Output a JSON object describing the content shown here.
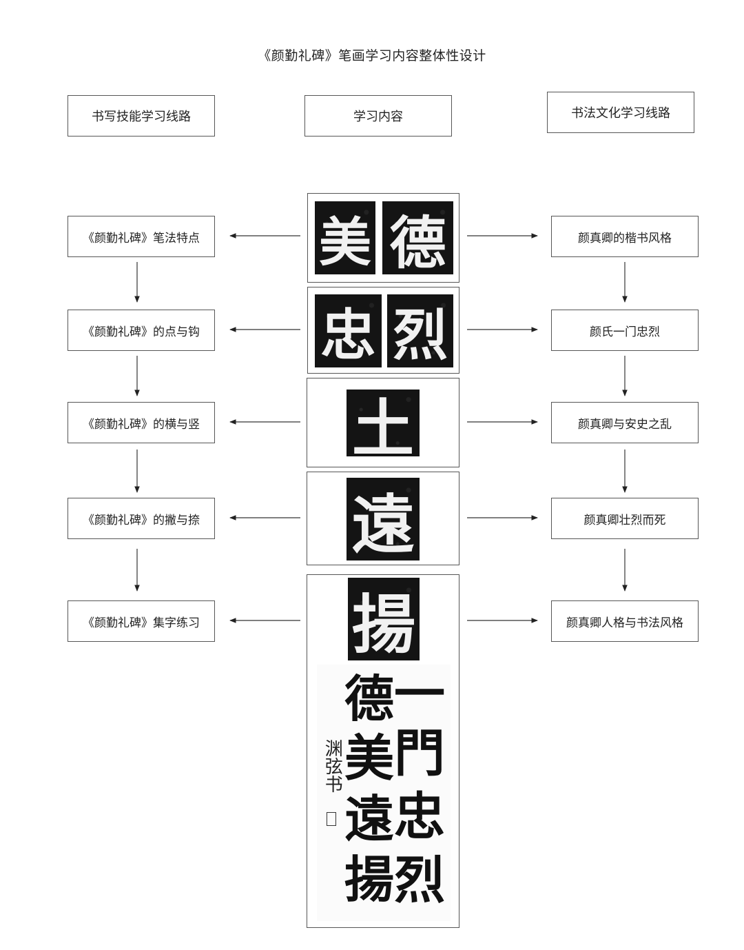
{
  "title": "《颜勤礼碑》笔画学习内容整体性设计",
  "headers": {
    "left": "书写技能学习线路",
    "center": "学习内容",
    "right": "书法文化学习线路"
  },
  "left_route": [
    "《颜勤礼碑》笔法特点",
    "《颜勤礼碑》的点与钩",
    "《颜勤礼碑》的横与竖",
    "《颜勤礼碑》的撇与捺",
    "《颜勤礼碑》集字练习"
  ],
  "right_route": [
    "颜真卿的楷书风格",
    "颜氏一门忠烈",
    "颜真卿与安史之乱",
    "颜真卿壮烈而死",
    "颜真卿人格与书法风格"
  ],
  "rubbings": [
    [
      "美",
      "德"
    ],
    [
      "忠",
      "烈"
    ],
    [
      "土"
    ],
    [
      "遠"
    ],
    [
      "揚"
    ]
  ],
  "scroll": {
    "right_column": [
      "一",
      "門",
      "忠",
      "烈"
    ],
    "left_column": [
      "德",
      "美",
      "遠",
      "揚"
    ],
    "signature": "渊弦书"
  }
}
